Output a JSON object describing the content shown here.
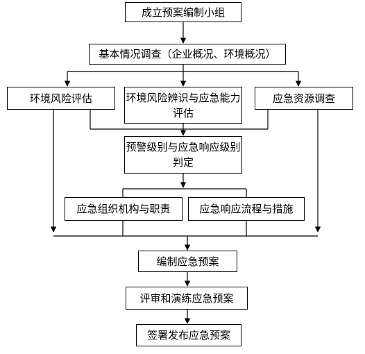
{
  "flowchart": {
    "nodes": {
      "form_group": "成立预案编制小组",
      "basic_survey": "基本情况调查（企业概况、环境概况）",
      "risk_assessment": "环境风险评估",
      "risk_identification": "环境风险辨识与应急能力评估",
      "resource_survey": "应急资源调查",
      "warning_level": "预警级别与应急响应级别判定",
      "organization": "应急组织机构与职责",
      "response_process": "应急响应流程与措施",
      "compile_plan": "编制应急预案",
      "review_drill": "评审和演练应急预案",
      "sign_publish": "签署发布应急预案"
    }
  }
}
